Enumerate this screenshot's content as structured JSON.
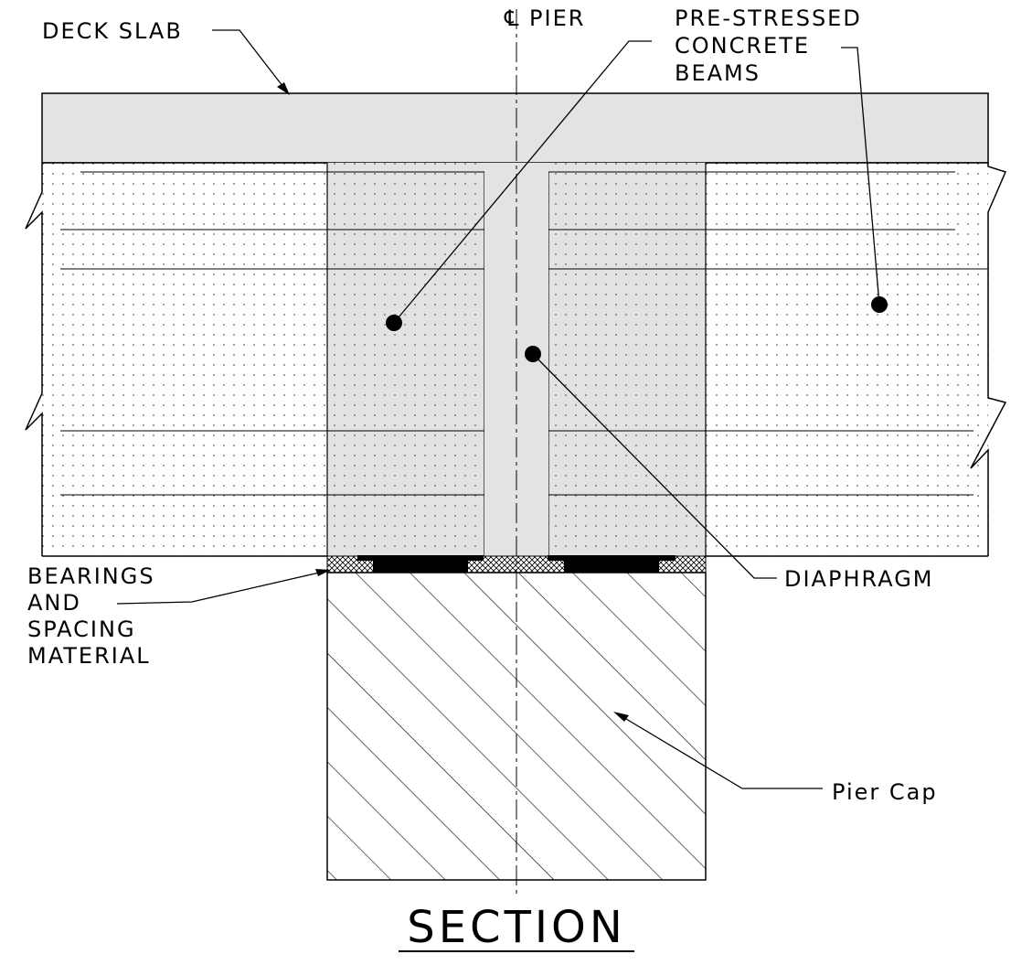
{
  "labels": {
    "deck_slab": "DECK SLAB",
    "centerline": "℄ PIER",
    "beams_line1": "PRE-STRESSED",
    "beams_line2": "CONCRETE",
    "beams_line3": "BEAMS",
    "bearings_line1": "BEARINGS",
    "bearings_line2": "AND",
    "bearings_line3": "SPACING",
    "bearings_line4": "MATERIAL",
    "diaphragm": "DIAPHRAGM",
    "pier_cap": "Pier Cap",
    "title": "SECTION"
  },
  "colors": {
    "concrete_fill": "#e3e3e3",
    "beam_fill": "#ffffff",
    "stipple": "#606060",
    "bearing": "#000000",
    "line": "#000000"
  }
}
